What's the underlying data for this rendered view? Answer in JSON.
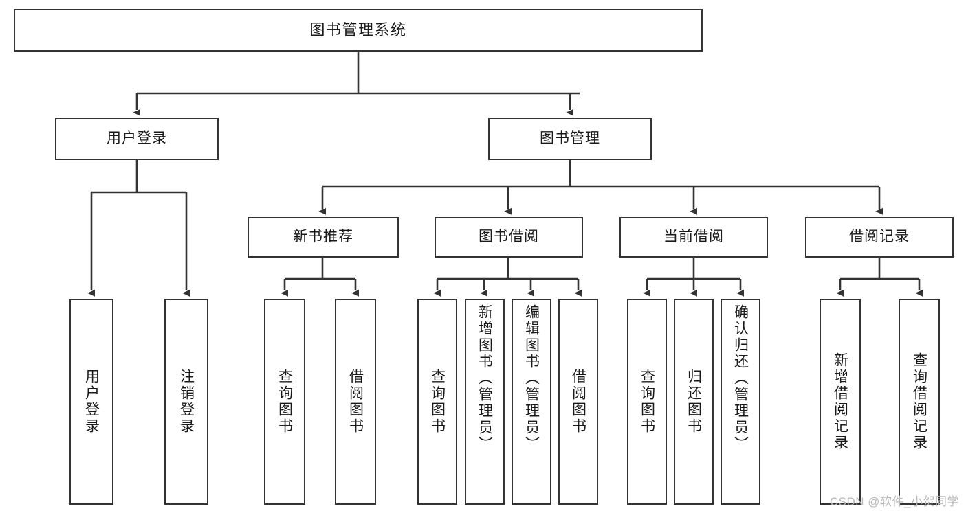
{
  "diagram": {
    "type": "tree",
    "title": "图书管理系统",
    "root": {
      "label": "图书管理系统"
    },
    "level2": [
      {
        "label": "用户登录"
      },
      {
        "label": "图书管理"
      }
    ],
    "level3": [
      {
        "label": "新书推荐"
      },
      {
        "label": "图书借阅"
      },
      {
        "label": "当前借阅"
      },
      {
        "label": "借阅记录"
      }
    ],
    "leaves_user_login": [
      {
        "label": "用户登录"
      },
      {
        "label": "注销登录"
      }
    ],
    "leaves_new_books": [
      {
        "label": "查询图书"
      },
      {
        "label": "借阅图书"
      }
    ],
    "leaves_borrow": [
      {
        "label": "查询图书"
      },
      {
        "label": "新增图书（管理员）"
      },
      {
        "label": "编辑图书（管理员）"
      },
      {
        "label": "借阅图书"
      }
    ],
    "leaves_current": [
      {
        "label": "查询图书"
      },
      {
        "label": "归还图书"
      },
      {
        "label": "确认归还（管理员）"
      }
    ],
    "leaves_records": [
      {
        "label": "新增借阅记录"
      },
      {
        "label": "查询借阅记录"
      }
    ]
  },
  "colors": {
    "border": "#333333",
    "text": "#1a1a1a",
    "background": "#ffffff",
    "watermark": "#b9b9b9"
  },
  "watermark": {
    "text": "CSDN @软件_小贺同学"
  }
}
